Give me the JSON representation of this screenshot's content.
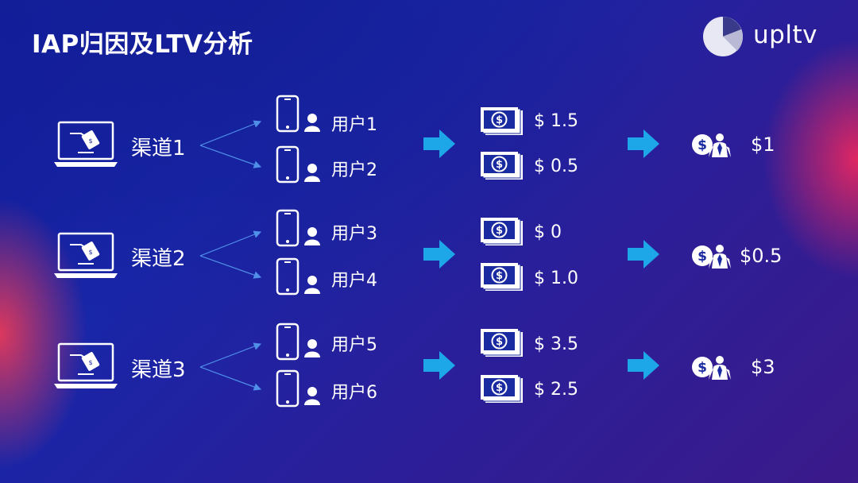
{
  "title": "IAP归因及LTV分析",
  "logo": {
    "text": "upltv",
    "icon": "upltv-logo-icon"
  },
  "colors": {
    "arrow": "#1ea7e8",
    "icon": "#ffffff",
    "connector": "#4f8fe8"
  },
  "channels": [
    {
      "label": "渠道1",
      "result": "$1",
      "users": [
        {
          "label": "用户1",
          "amount": "$ 1.5"
        },
        {
          "label": "用户2",
          "amount": "$ 0.5"
        }
      ]
    },
    {
      "label": "渠道2",
      "result": "$0.5",
      "users": [
        {
          "label": "用户3",
          "amount": "$ 0"
        },
        {
          "label": "用户4",
          "amount": "$ 1.0"
        }
      ]
    },
    {
      "label": "渠道3",
      "result": "$3",
      "users": [
        {
          "label": "用户5",
          "amount": "$ 3.5"
        },
        {
          "label": "用户6",
          "amount": "$ 2.5"
        }
      ]
    }
  ]
}
